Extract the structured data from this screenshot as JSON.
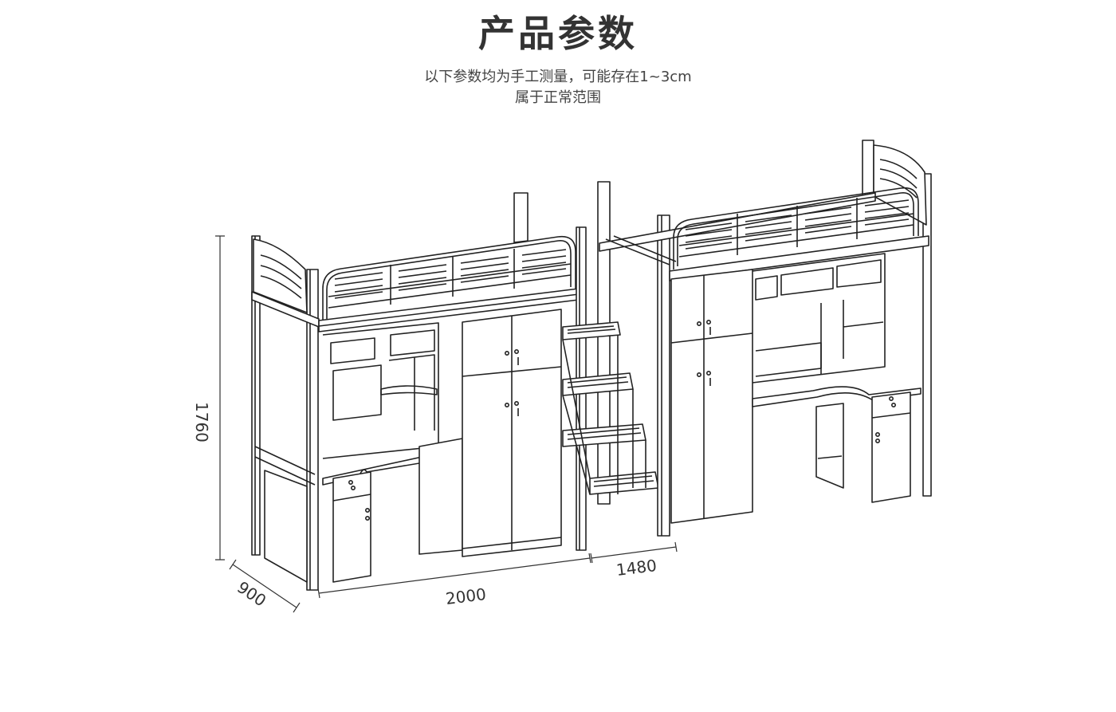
{
  "header": {
    "title": "产品参数",
    "note_line1": "以下参数均为手工测量，可能存在1~3cm",
    "note_line2": "属于正常范围"
  },
  "dimensions": {
    "height": "1760",
    "depth": "900",
    "length": "2000",
    "stair_width": "1480"
  },
  "colors": {
    "text": "#333333",
    "line": "#222222",
    "fill": "#ffffff"
  }
}
